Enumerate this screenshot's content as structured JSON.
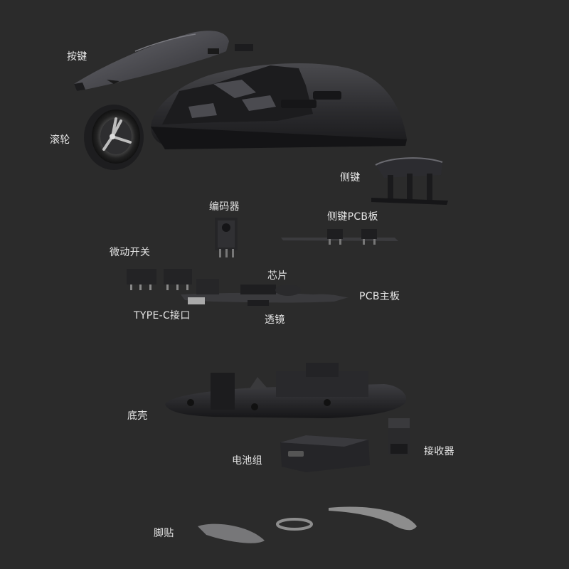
{
  "colors": {
    "background": "#2b2b2b",
    "label": "#e6e6e6",
    "part_dark": "#1f1f1f",
    "part_mid": "#3a3a3c",
    "part_light": "#5a5a5e",
    "pcb": "#3d3d3d",
    "feet": "#8a8a8a"
  },
  "labels": {
    "buttons": "按键",
    "scroll_wheel": "滚轮",
    "side_buttons": "侧键",
    "encoder": "编码器",
    "side_pcb": "侧键PCB板",
    "micro_switch": "微动开关",
    "chip": "芯片",
    "main_pcb": "PCB主板",
    "typec_port": "TYPE-C接口",
    "lens": "透镜",
    "bottom_shell": "底壳",
    "receiver": "接收器",
    "battery": "电池组",
    "feet": "脚贴"
  }
}
